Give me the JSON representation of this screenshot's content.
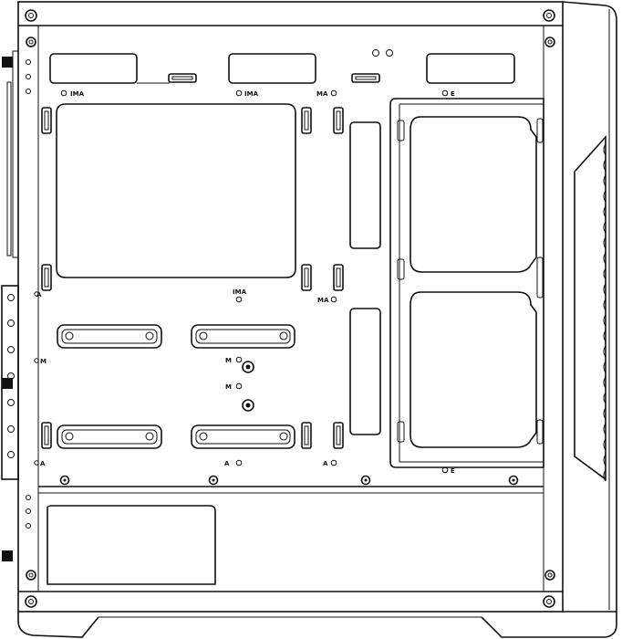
{
  "diagram": {
    "labels": {
      "ima": "IMA",
      "ma": "MA",
      "e": "E",
      "a": "A",
      "m": "M"
    }
  }
}
